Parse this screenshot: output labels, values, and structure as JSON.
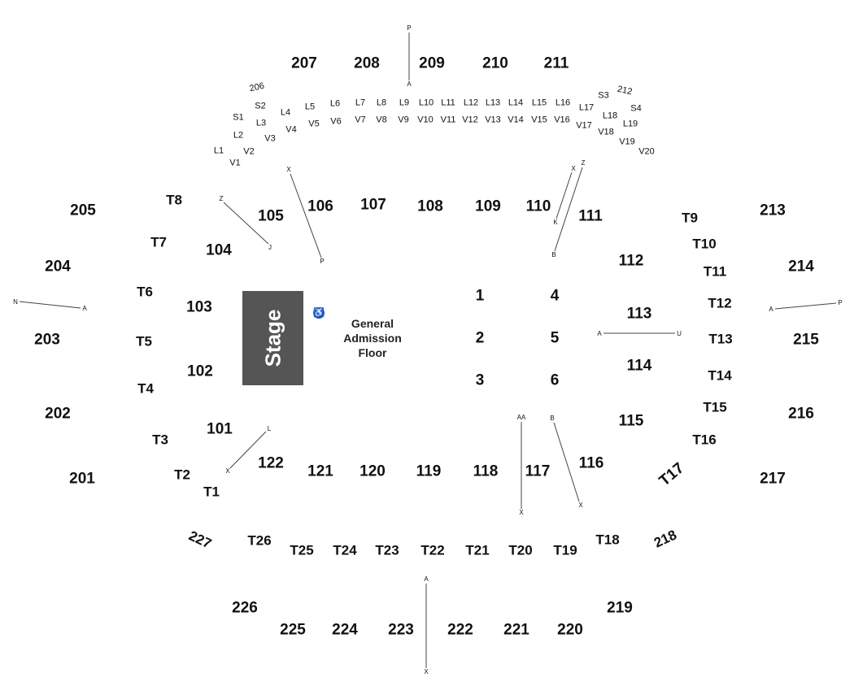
{
  "stage": {
    "label": "Stage"
  },
  "floor": {
    "lines": [
      "General",
      "Admission",
      "Floor"
    ]
  },
  "accessibility": {
    "icon": "wheelchair-icon",
    "color": "#1f4fc4"
  },
  "colors": {
    "stage": "#555555",
    "text": "#111111",
    "line": "#444444"
  },
  "floor_sections": [
    "1",
    "2",
    "3",
    "4",
    "5",
    "6"
  ],
  "lower_sections": [
    "101",
    "102",
    "103",
    "104",
    "105",
    "106",
    "107",
    "108",
    "109",
    "110",
    "111",
    "112",
    "113",
    "114",
    "115",
    "116",
    "117",
    "118",
    "119",
    "120",
    "121",
    "122"
  ],
  "upper_sections": [
    "201",
    "202",
    "203",
    "204",
    "205",
    "206",
    "207",
    "208",
    "209",
    "210",
    "211",
    "212",
    "213",
    "214",
    "215",
    "216",
    "217",
    "218",
    "219",
    "220",
    "221",
    "222",
    "223",
    "224",
    "225",
    "226",
    "227"
  ],
  "table_sections": [
    "T1",
    "T2",
    "T3",
    "T4",
    "T5",
    "T6",
    "T7",
    "T8",
    "T9",
    "T10",
    "T11",
    "T12",
    "T13",
    "T14",
    "T15",
    "T16",
    "T17",
    "T18",
    "T19",
    "T20",
    "T21",
    "T22",
    "T23",
    "T24",
    "T25",
    "T26"
  ],
  "suites_s": [
    "S1",
    "S2",
    "S3",
    "S4"
  ],
  "suites_l": [
    "L1",
    "L2",
    "L3",
    "L4",
    "L5",
    "L6",
    "L7",
    "L8",
    "L9",
    "L10",
    "L11",
    "L12",
    "L13",
    "L14",
    "L15",
    "L16",
    "L17",
    "L18",
    "L19"
  ],
  "suites_v": [
    "V1",
    "V2",
    "V3",
    "V4",
    "V5",
    "V6",
    "V7",
    "V8",
    "V9",
    "V10",
    "V11",
    "V12",
    "V13",
    "V14",
    "V15",
    "V16",
    "V17",
    "V18",
    "V19",
    "V20"
  ],
  "row_markers": [
    "P",
    "A",
    "X",
    "P",
    "Z",
    "J",
    "X",
    "Z",
    "K",
    "B",
    "N",
    "A",
    "A",
    "P",
    "A",
    "U",
    "L",
    "X",
    "AA",
    "X",
    "B",
    "X",
    "A",
    "X"
  ]
}
